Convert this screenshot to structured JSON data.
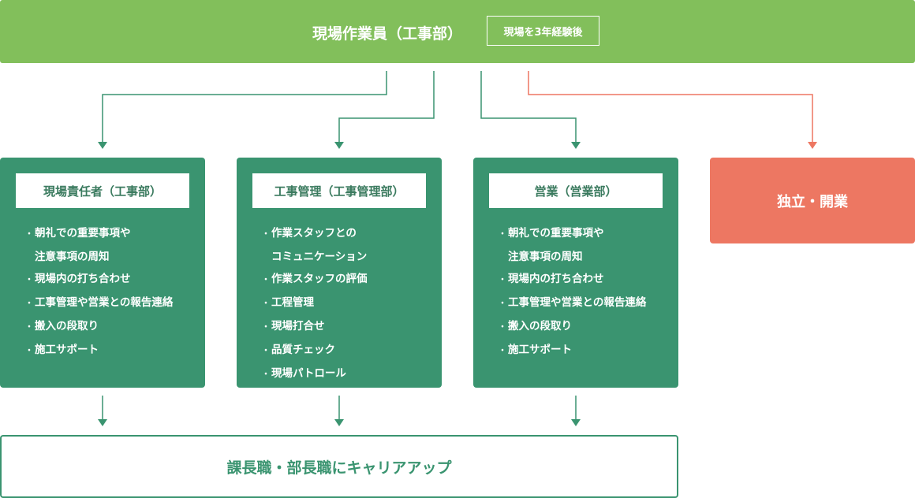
{
  "top": {
    "title": "現場作業員（工事部）",
    "badge": "現場を3年経験後"
  },
  "cards": [
    {
      "title": "現場責任者（工事部）",
      "items": [
        "朝礼での重要事項や\n注意事項の周知",
        "現場内の打ち合わせ",
        "工事管理や営業との報告連絡",
        "搬入の段取り",
        "施工サポート"
      ]
    },
    {
      "title": "工事管理（工事管理部）",
      "items": [
        "作業スタッフとの\nコミュニケーション",
        "作業スタッフの評価",
        "工程管理",
        "現場打合せ",
        "品質チェック",
        "現場パトロール"
      ]
    },
    {
      "title": "営業（営業部）",
      "items": [
        "朝礼での重要事項や\n注意事項の周知",
        "現場内の打ち合わせ",
        "工事管理や営業との報告連絡",
        "搬入の段取り",
        "施工サポート"
      ]
    }
  ],
  "independent": "独立・開業",
  "bottom": "課長職・部長職にキャリアアップ",
  "colors": {
    "top": "#82bf5b",
    "card": "#3a9470",
    "independent": "#ed7762"
  }
}
